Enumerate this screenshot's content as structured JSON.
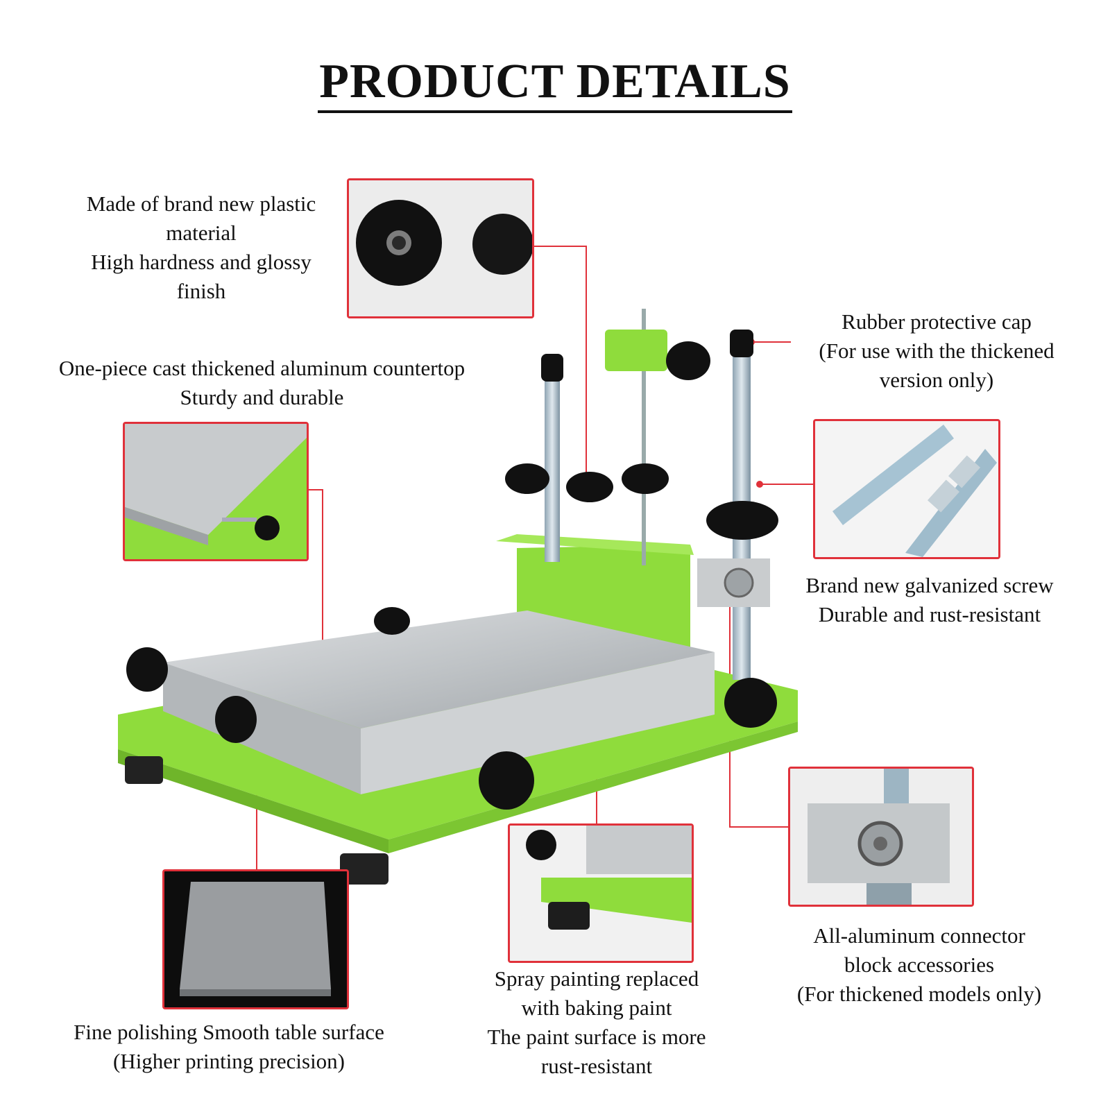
{
  "header": {
    "title": "PRODUCT DETAILS"
  },
  "colors": {
    "accent_red": "#e0313a",
    "machine_green": "#8fdc3c",
    "knob_black": "#111111",
    "aluminum": "#c4c7ca"
  },
  "callouts": {
    "knob": {
      "lines": [
        "Made of brand new plastic",
        "material",
        "High hardness and glossy",
        "finish"
      ]
    },
    "countertop": {
      "lines": [
        "One-piece cast thickened aluminum countertop",
        "Sturdy and durable"
      ]
    },
    "cap": {
      "lines": [
        "Rubber protective cap",
        "(For use with the thickened",
        "version only)"
      ]
    },
    "screw": {
      "lines": [
        "Brand new galvanized screw",
        "Durable and rust-resistant"
      ]
    },
    "connector": {
      "lines": [
        "All-aluminum connector",
        "block accessories",
        "(For thickened models only)"
      ]
    },
    "paint": {
      "lines": [
        "Spray painting replaced",
        "with baking paint",
        "The paint surface is more",
        "rust-resistant"
      ]
    },
    "polish": {
      "lines": [
        "Fine polishing   Smooth table surface",
        "(Higher printing precision)"
      ]
    }
  }
}
